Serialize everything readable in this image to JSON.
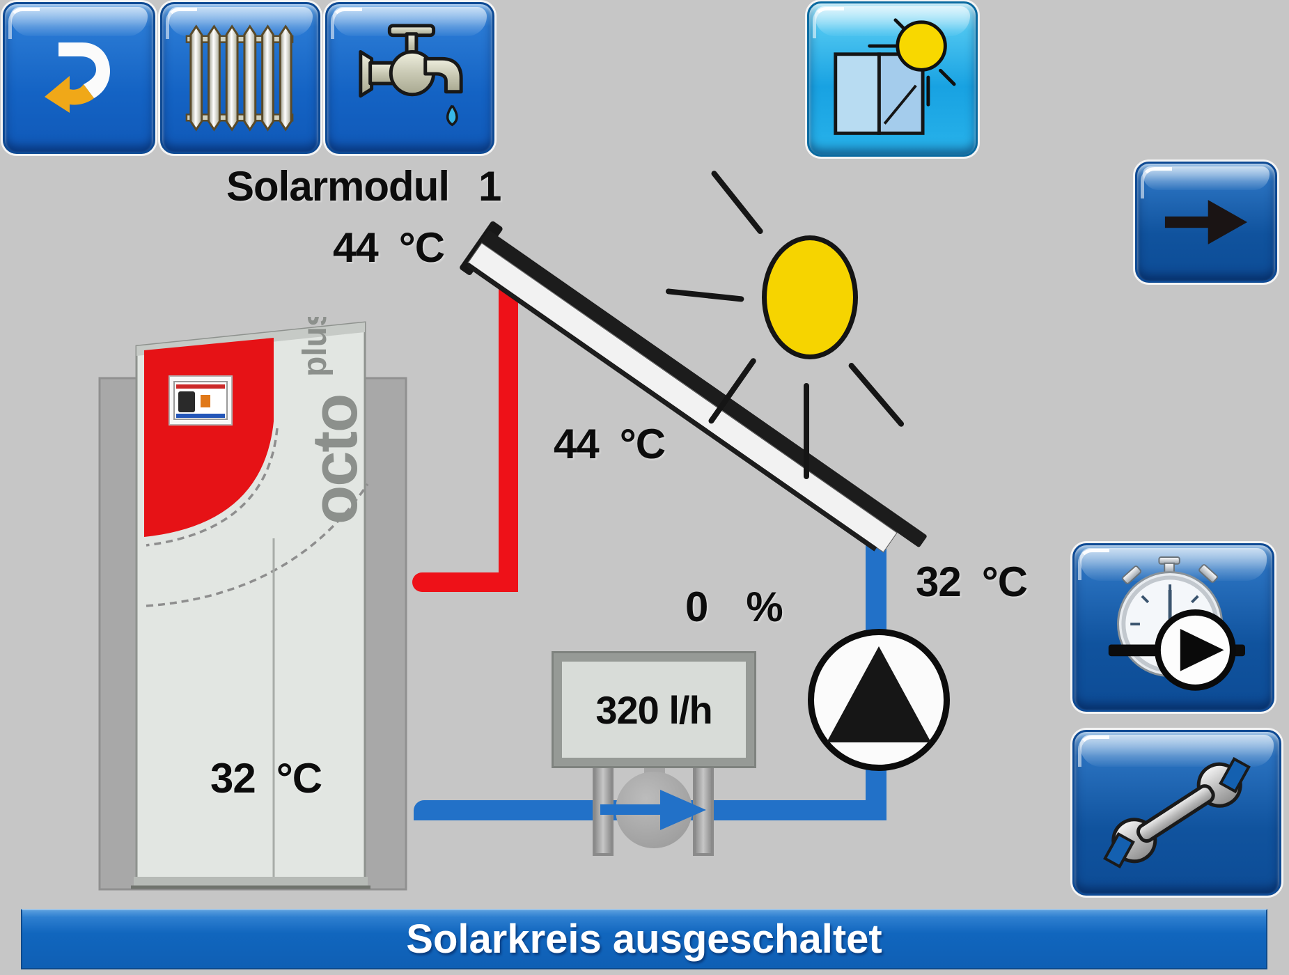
{
  "app": {
    "background": "#c6c6c6"
  },
  "nav": {
    "back": {
      "icon": "return-arrow-icon"
    },
    "heating": {
      "icon": "radiator-icon"
    },
    "hot_water": {
      "icon": "faucet-icon"
    },
    "solar": {
      "icon": "solar-window-sun-icon",
      "active": true
    },
    "next": {
      "icon": "arrow-right-icon"
    },
    "runtime": {
      "icon": "stopwatch-pump-icon"
    },
    "service": {
      "icon": "wrench-icon"
    }
  },
  "solar_module": {
    "title": "Solarmodul",
    "number": "1"
  },
  "temperatures": {
    "collector": {
      "value": "44",
      "unit": "°C"
    },
    "flow": {
      "value": "44",
      "unit": "°C"
    },
    "return": {
      "value": "32",
      "unit": "°C"
    },
    "tank": {
      "value": "32",
      "unit": "°C"
    }
  },
  "pump": {
    "speed_value": "0",
    "speed_unit": "%"
  },
  "flow_meter": {
    "value": "320 l/h"
  },
  "tank": {
    "brand": "octo",
    "brand_sup": "plus"
  },
  "status": {
    "message": "Solarkreis ausgeschaltet"
  },
  "colors": {
    "hot_pipe": "#ee1118",
    "cold_pipe": "#2271c8",
    "sun": "#f6d400",
    "status_bar": "#1166be",
    "tank_red": "#e61216",
    "active_tab": "#18a2e2",
    "accent_blue": "#1463c4"
  }
}
